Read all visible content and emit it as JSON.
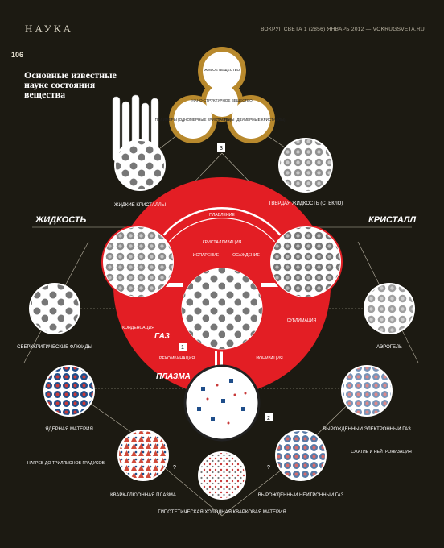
{
  "header": {
    "section": "НАУКА",
    "magazine": "ВОКРУГ СВЕТА 1 (2856) ЯНВАРЬ 2012 — VOKRUGSVETA.RU",
    "page_number": "106"
  },
  "title": "Основные известные науке состояния вещества",
  "trefoil": {
    "top": "ЖИВОЕ ВЕЩЕСТВО",
    "center": "НАНО-СТРУКТУРНОЕ ВЕЩЕСТВО",
    "left": "ПОЛИМЕРЫ (ОДНОМЕРНЫЕ КРИСТАЛЛЫ)",
    "right": "ГРАФЕНЫ (ДВУМЕРНЫЕ КРИСТАЛЛЫ)",
    "marker": "3"
  },
  "states": {
    "liquid_crystals": "ЖИДКИЕ КРИСТАЛЛЫ",
    "solid_liquid": "ТВЕРДАЯ ЖИДКОСТЬ (СТЕКЛО)",
    "liquid": "ЖИДКОСТЬ",
    "crystal": "КРИСТАЛЛ",
    "supercritical": "СВЕРХКРИТИЧЕСКИЕ ФЛЮИДЫ",
    "aerogel": "АЭРОГЕЛЬ",
    "gas": "ГАЗ",
    "plasma": "ПЛАЗМА",
    "nuclear": "ЯДЕРНАЯ МАТЕРИЯ",
    "degenerate_electron": "ВЫРОЖДЕННЫЙ ЭЛЕКТРОННЫЙ ГАЗ",
    "quark_gluon": "КВАРК-ГЛЮОННАЯ ПЛАЗМА",
    "degenerate_neutron": "ВЫРОЖДЕННЫЙ НЕЙТРОННЫЙ ГАЗ",
    "cold_quark": "ГИПОТЕТИЧЕСКАЯ ХОЛОДНАЯ КВАРКОВАЯ МАТЕРИЯ"
  },
  "transitions": {
    "melting": "ПЛАВЛЕНИЕ",
    "crystallization": "КРИСТАЛЛИЗАЦИЯ",
    "evaporation": "ИСПАРЕНИЕ",
    "deposition": "ОСАЖДЕНИЕ",
    "condensation": "КОНДЕНСАЦИЯ",
    "sublimation": "СУБЛИМАЦИЯ",
    "recombination": "РЕКОМБИНАЦИЯ",
    "ionization": "ИОНИЗАЦИЯ",
    "heating": "НАГРЕВ ДО ТРИЛЛИОНОВ ГРАДУСОВ",
    "compression": "СЖАТИЕ И НЕЙТРОНИЗАЦИЯ",
    "unknown": "?"
  },
  "markers": {
    "one": "1",
    "two": "2"
  },
  "colors": {
    "background": "#1c1a12",
    "red": "#e31e24",
    "gold": "#b8892d"
  }
}
